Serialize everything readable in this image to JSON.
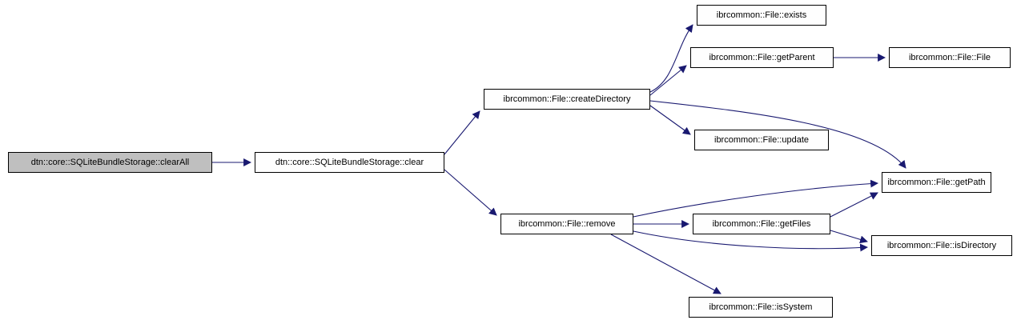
{
  "diagram": {
    "type": "call-graph",
    "colors": {
      "edge": "#191970",
      "node_border": "#000000",
      "node_fill": "#fefefe",
      "highlight_fill": "#bfbfbf",
      "background": "#ffffff"
    },
    "nodes": [
      {
        "id": "clearAll",
        "label": "dtn::core::SQLiteBundleStorage::clearAll",
        "highlighted": true
      },
      {
        "id": "clear",
        "label": "dtn::core::SQLiteBundleStorage::clear",
        "highlighted": false
      },
      {
        "id": "createDirectory",
        "label": "ibrcommon::File::createDirectory",
        "highlighted": false
      },
      {
        "id": "exists",
        "label": "ibrcommon::File::exists",
        "highlighted": false
      },
      {
        "id": "getParent",
        "label": "ibrcommon::File::getParent",
        "highlighted": false
      },
      {
        "id": "File",
        "label": "ibrcommon::File::File",
        "highlighted": false
      },
      {
        "id": "update",
        "label": "ibrcommon::File::update",
        "highlighted": false
      },
      {
        "id": "getPath",
        "label": "ibrcommon::File::getPath",
        "highlighted": false
      },
      {
        "id": "remove",
        "label": "ibrcommon::File::remove",
        "highlighted": false
      },
      {
        "id": "getFiles",
        "label": "ibrcommon::File::getFiles",
        "highlighted": false
      },
      {
        "id": "isDirectory",
        "label": "ibrcommon::File::isDirectory",
        "highlighted": false
      },
      {
        "id": "isSystem",
        "label": "ibrcommon::File::isSystem",
        "highlighted": false
      }
    ],
    "edges": [
      {
        "from": "clearAll",
        "to": "clear"
      },
      {
        "from": "clear",
        "to": "createDirectory"
      },
      {
        "from": "clear",
        "to": "remove"
      },
      {
        "from": "createDirectory",
        "to": "exists"
      },
      {
        "from": "createDirectory",
        "to": "getParent"
      },
      {
        "from": "createDirectory",
        "to": "update"
      },
      {
        "from": "createDirectory",
        "to": "getPath"
      },
      {
        "from": "getParent",
        "to": "File"
      },
      {
        "from": "remove",
        "to": "getPath"
      },
      {
        "from": "remove",
        "to": "getFiles"
      },
      {
        "from": "remove",
        "to": "isDirectory"
      },
      {
        "from": "remove",
        "to": "isSystem"
      },
      {
        "from": "getFiles",
        "to": "getPath"
      },
      {
        "from": "getFiles",
        "to": "isDirectory"
      }
    ]
  }
}
